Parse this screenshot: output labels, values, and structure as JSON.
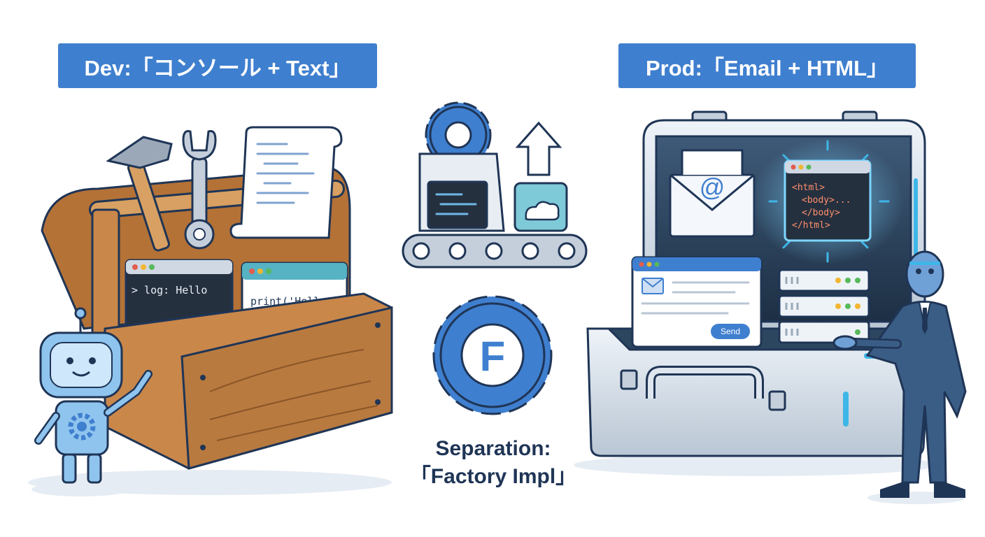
{
  "dev": {
    "badge": "Dev:「コンソール + Text」",
    "console_text": "> log: Hello",
    "print_text": "print('Hello')"
  },
  "prod": {
    "badge": "Prod:「Email + HTML」",
    "email_symbol": "@",
    "html_lines": [
      "<html>",
      "<body>...",
      "</body>",
      "</html>"
    ],
    "send_label": "Send"
  },
  "center": {
    "factory_letter": "F",
    "separation_title": "Separation:",
    "separation_subtitle": "「Factory Impl」"
  },
  "colors": {
    "accent": "#3f7fcf",
    "wood": "#c9874a",
    "wood_dark": "#8a5527",
    "outline": "#1f3556",
    "code_bg": "#25303f",
    "glow": "#3fb6e8"
  }
}
